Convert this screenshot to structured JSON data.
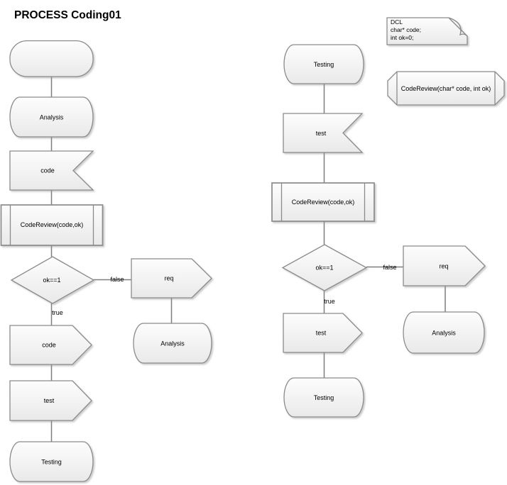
{
  "title": "PROCESS Coding01",
  "colors": {
    "shape_border": "#8b8b8b",
    "connector": "#7f7f7f",
    "fill_top": "#fdfdfd",
    "fill_bottom": "#e9e9e9",
    "text_color": "#000000"
  },
  "declarations": {
    "dcl_note": {
      "line1": "DCL",
      "line2": "char* code;",
      "line3": "int ok=0;"
    },
    "procedure_signature": "CodeReview(char* code, int ok)"
  },
  "left_flow": {
    "state_analysis": "Analysis",
    "receive_code": "code",
    "procedure_call": "CodeReview(code,ok)",
    "decision": "ok==1",
    "label_true": "true",
    "label_false": "false",
    "send_req": "req",
    "state_analysis_false": "Analysis",
    "send_code": "code",
    "send_test": "test",
    "state_testing": "Testing"
  },
  "right_flow": {
    "state_testing_top": "Testing",
    "receive_test": "test",
    "procedure_call": "CodeReview(code,ok)",
    "decision": "ok==1",
    "label_true": "true",
    "label_false": "false",
    "send_req": "req",
    "state_analysis_false": "Analysis",
    "send_test": "test",
    "state_testing_bottom": "Testing"
  }
}
